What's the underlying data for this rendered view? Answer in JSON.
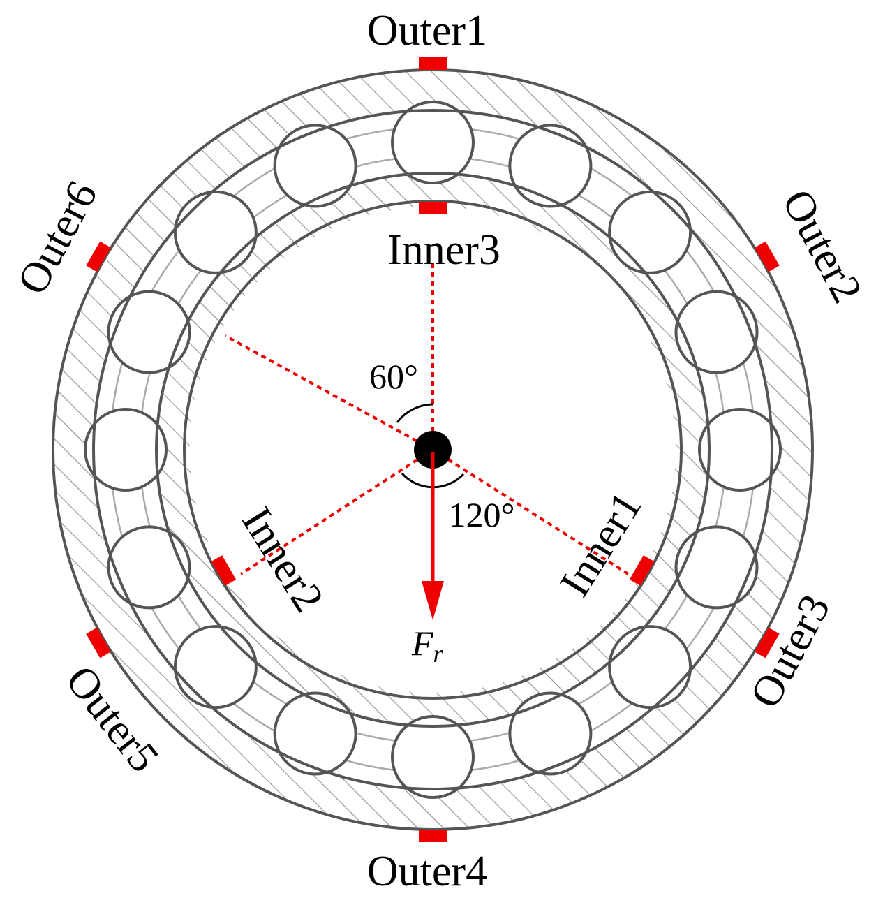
{
  "labels": {
    "outer1": "Outer1",
    "outer2": "Outer2",
    "outer3": "Outer3",
    "outer4": "Outer4",
    "outer5": "Outer5",
    "outer6": "Outer6",
    "inner1": "Inner1",
    "inner2": "Inner2",
    "inner3": "Inner3",
    "angle_small": "60°",
    "angle_large": "120°",
    "force_symbol": "F",
    "force_subscript": "r"
  },
  "sensors": {
    "outer_angles_deg": [
      0,
      60,
      120,
      180,
      240,
      300
    ],
    "inner_angles_deg": [
      120,
      240,
      0
    ]
  },
  "rollers": {
    "count": 16,
    "start_angle_deg": 0
  },
  "colors": {
    "sensor": "#ee0000",
    "ring": "#555555",
    "hatch": "#999999",
    "track": "#aaaaaa",
    "hub": "#000000"
  }
}
